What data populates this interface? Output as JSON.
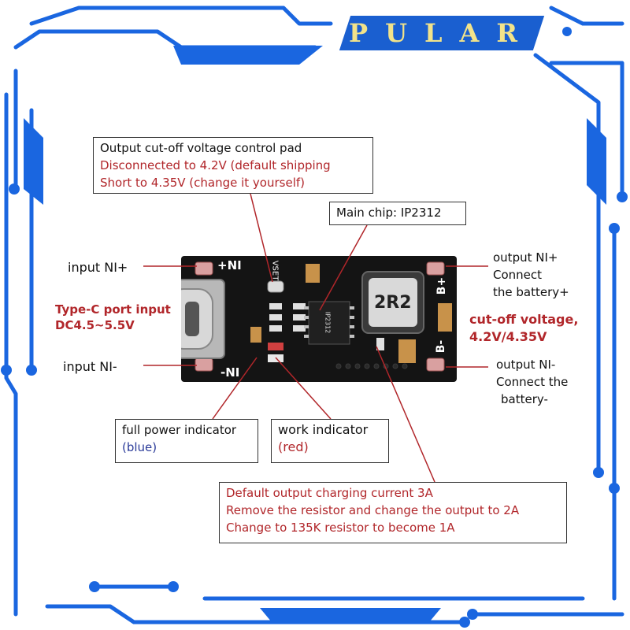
{
  "brand": {
    "name": "PULAR"
  },
  "callouts": {
    "cutoff_pad": {
      "title": "Output cut-off voltage control pad",
      "line1": "Disconnected to 4.2V (default shipping",
      "line2": "Short to 4.35V (change it yourself)"
    },
    "main_chip": "Main chip: IP2312",
    "full_power": {
      "title": "full power indicator",
      "color": "(blue)"
    },
    "work": {
      "title": "work indicator",
      "color": "(red)"
    },
    "current": {
      "line1": "Default output charging current 3A",
      "line2": "Remove the resistor and change the output to 2A",
      "line3": "Change to 135K resistor to become 1A"
    }
  },
  "labels": {
    "input_pos": "input NI+",
    "typec_title": "Type-C port input",
    "typec_range": "DC4.5~5.5V",
    "input_neg": "input NI-",
    "out_pos_1": "output NI+",
    "out_pos_2": "Connect",
    "out_pos_3": "the battery+",
    "cutoff_1": "cut-off voltage,",
    "cutoff_2": "4.2V/4.35V",
    "out_neg_1": "output NI-",
    "out_neg_2": "Connect the",
    "out_neg_3": "battery-"
  },
  "board": {
    "silk_pos_in": "+NI",
    "silk_neg_in": "-NI",
    "silk_vset": "VSET",
    "silk_bplus": "B+",
    "silk_bminus": "B-",
    "inductor": "2R2",
    "chip": "IP2312"
  },
  "colors": {
    "frame_blue": "#1a66e0",
    "brand_text": "#f2e38a",
    "annot_red": "#b1262a"
  }
}
